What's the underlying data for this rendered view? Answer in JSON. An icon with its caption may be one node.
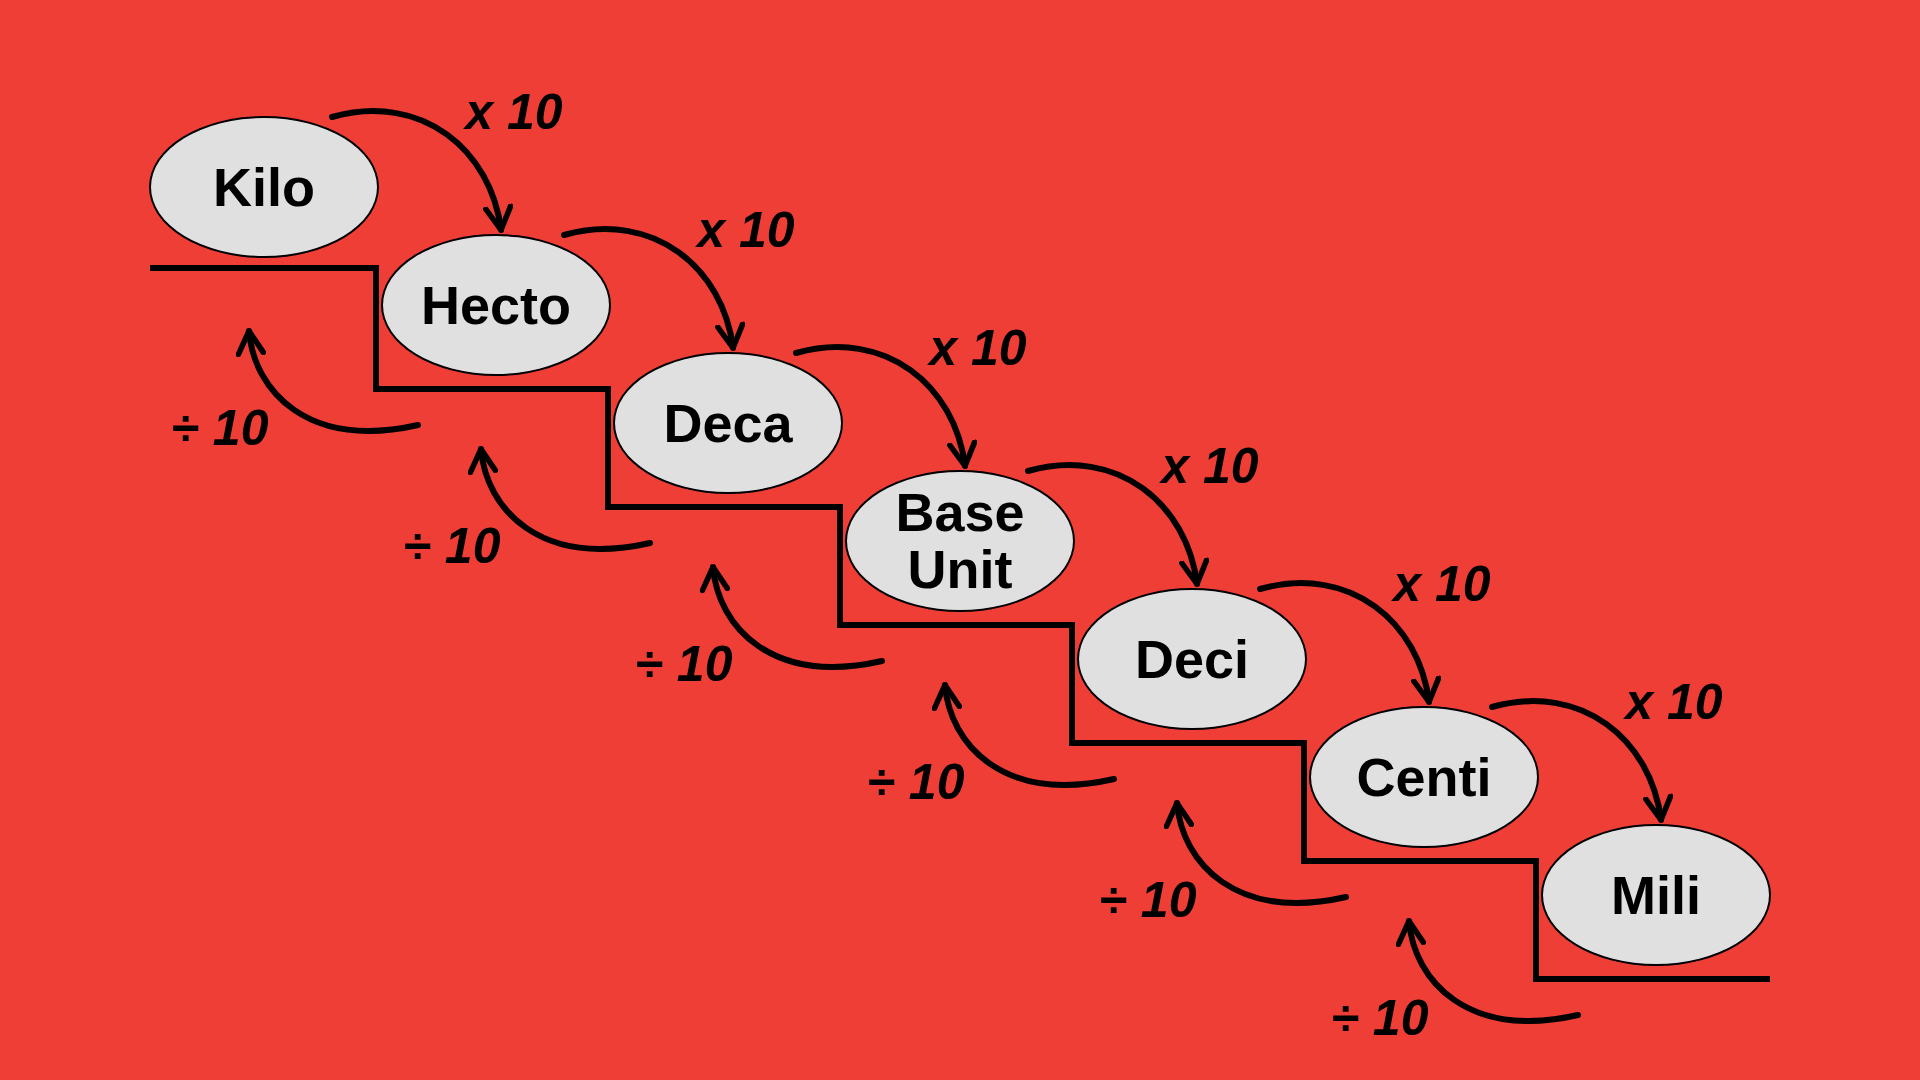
{
  "diagram": {
    "nodes": [
      {
        "text": [
          "Kilo"
        ]
      },
      {
        "text": [
          "Hecto"
        ]
      },
      {
        "text": [
          "Deca"
        ]
      },
      {
        "text": [
          "Base Unit"
        ]
      },
      {
        "text": [
          "Deci"
        ]
      },
      {
        "text": [
          "Centi"
        ]
      },
      {
        "text": [
          "Mili"
        ]
      }
    ],
    "edges": [
      {
        "from": 0,
        "to": 1,
        "arrow": "to",
        "label": "x 10"
      },
      {
        "from": 1,
        "to": 2,
        "arrow": "to",
        "label": "x 10"
      },
      {
        "from": 2,
        "to": 3,
        "arrow": "to",
        "label": "x 10"
      },
      {
        "from": 3,
        "to": 4,
        "arrow": "to",
        "label": "x 10"
      },
      {
        "from": 4,
        "to": 5,
        "arrow": "to",
        "label": "x 10"
      },
      {
        "from": 5,
        "to": 6,
        "arrow": "to",
        "label": "x 10"
      },
      {
        "from": null,
        "to": 0,
        "arrow": "to",
        "label": "÷ 10"
      },
      {
        "from": null,
        "to": 1,
        "arrow": "to",
        "label": "÷ 10"
      },
      {
        "from": null,
        "to": 2,
        "arrow": "to",
        "label": "÷ 10"
      },
      {
        "from": null,
        "to": 3,
        "arrow": "to",
        "label": "÷ 10"
      },
      {
        "from": null,
        "to": 4,
        "arrow": "to",
        "label": "÷ 10"
      },
      {
        "from": null,
        "to": 5,
        "arrow": "to",
        "label": "÷ 10"
      }
    ]
  }
}
